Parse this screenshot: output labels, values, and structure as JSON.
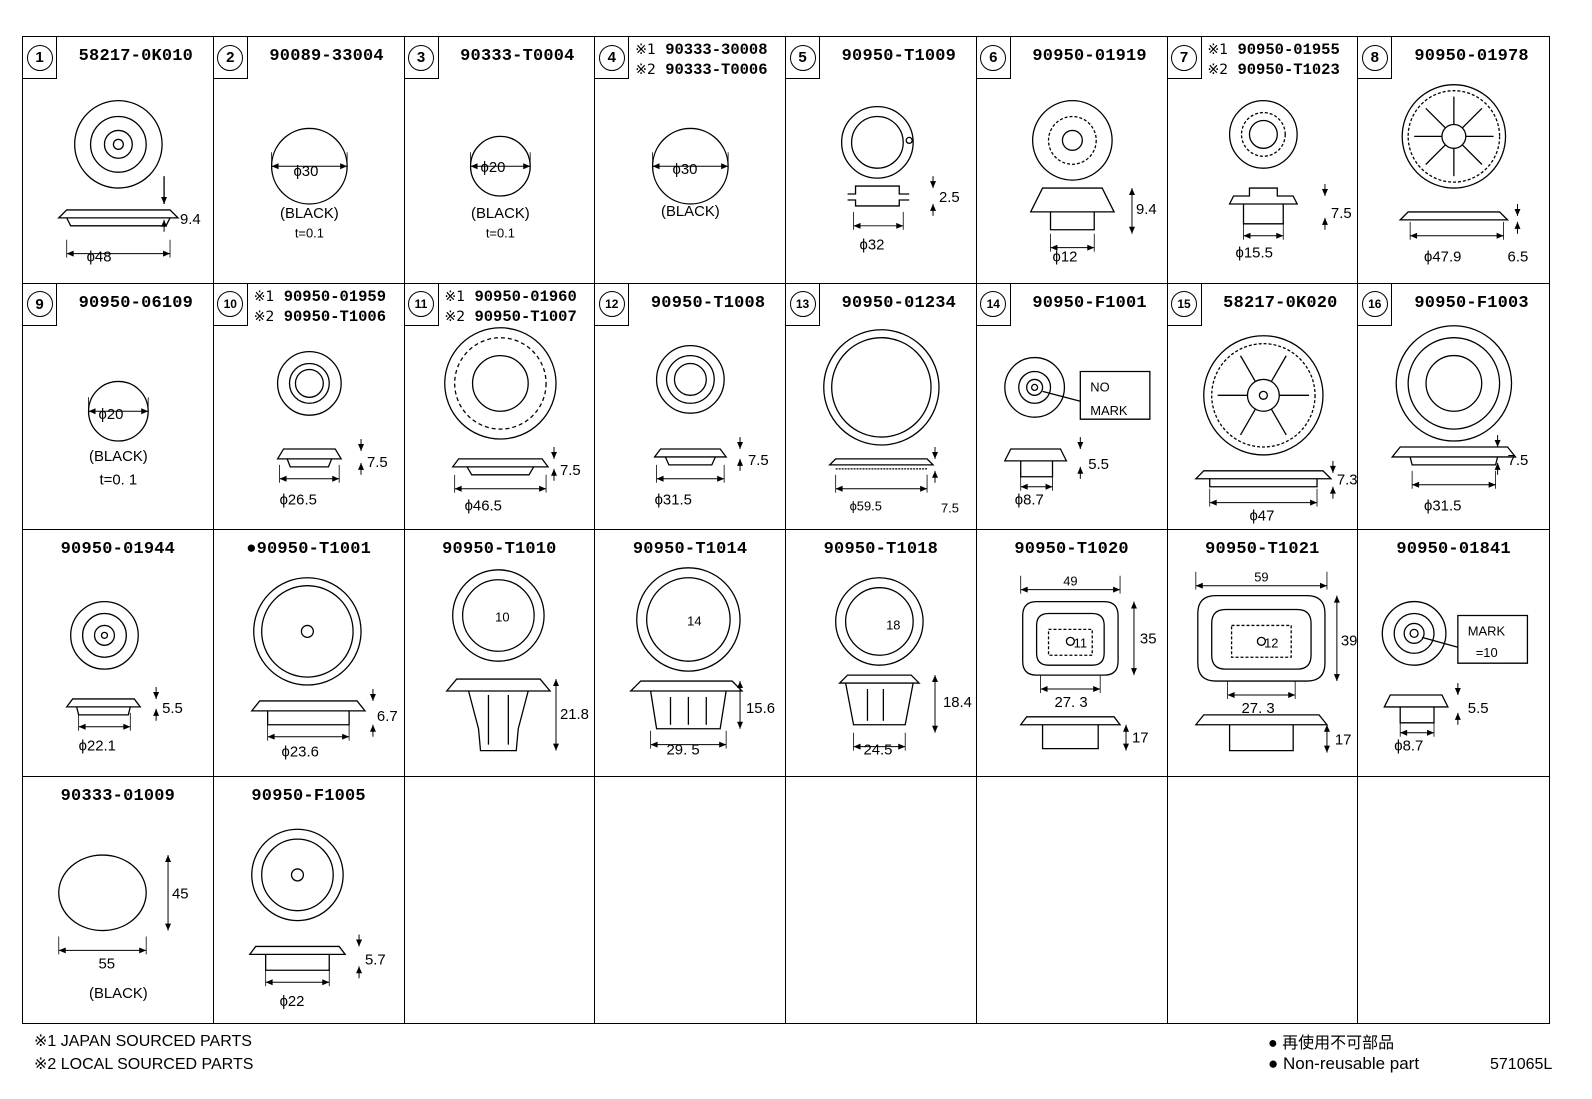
{
  "parts": [
    {
      "num": "1",
      "part": "58217-0K010",
      "dims": [
        "9.4",
        "ϕ48"
      ]
    },
    {
      "num": "2",
      "part": "90089-33004",
      "dims": [
        "ϕ30",
        "(BLACK)",
        "t=0.1"
      ]
    },
    {
      "num": "3",
      "part": "90333-T0004",
      "dims": [
        "ϕ20",
        "(BLACK)",
        "t=0.1"
      ]
    },
    {
      "num": "4",
      "part_lines": [
        {
          "mark": "※1",
          "part": "90333-30008"
        },
        {
          "mark": "※2",
          "part": "90333-T0006"
        }
      ],
      "dims": [
        "ϕ30",
        "(BLACK)"
      ]
    },
    {
      "num": "5",
      "part": "90950-T1009",
      "dims": [
        "2.5",
        "ϕ32"
      ]
    },
    {
      "num": "6",
      "part": "90950-01919",
      "dims": [
        "9.4",
        "ϕ12"
      ]
    },
    {
      "num": "7",
      "part_lines": [
        {
          "mark": "※1",
          "part": "90950-01955"
        },
        {
          "mark": "※2",
          "part": "90950-T1023"
        }
      ],
      "dims": [
        "7.5",
        "ϕ15.5"
      ]
    },
    {
      "num": "8",
      "part": "90950-01978",
      "dims": [
        "ϕ47.9",
        "6.5"
      ]
    },
    {
      "num": "9",
      "part": "90950-06109",
      "dims": [
        "ϕ20",
        "(BLACK)",
        "t=0. 1"
      ]
    },
    {
      "num": "10",
      "part_lines": [
        {
          "mark": "※1",
          "part": "90950-01959"
        },
        {
          "mark": "※2",
          "part": "90950-T1006"
        }
      ],
      "dims": [
        "7.5",
        "ϕ26.5"
      ]
    },
    {
      "num": "11",
      "part_lines": [
        {
          "mark": "※1",
          "part": "90950-01960"
        },
        {
          "mark": "※2",
          "part": "90950-T1007"
        }
      ],
      "dims": [
        "7.5",
        "ϕ46.5"
      ]
    },
    {
      "num": "12",
      "part": "90950-T1008",
      "dims": [
        "7.5",
        "ϕ31.5"
      ]
    },
    {
      "num": "13",
      "part": "90950-01234",
      "dims": [
        "ϕ59.5",
        "7.5"
      ]
    },
    {
      "num": "14",
      "part": "90950-F1001",
      "dims": [
        "NO",
        "MARK",
        "5.5",
        "ϕ8.7"
      ]
    },
    {
      "num": "15",
      "part": "58217-0K020",
      "dims": [
        "7.3",
        "ϕ47"
      ]
    },
    {
      "num": "16",
      "part": "90950-F1003",
      "dims": [
        "7.5",
        "ϕ31.5"
      ]
    },
    {
      "part": "90950-01944",
      "dims": [
        "5.5",
        "ϕ22.1"
      ]
    },
    {
      "part": "●90950-T1001",
      "dims": [
        "6.7",
        "ϕ23.6"
      ]
    },
    {
      "part": "90950-T1010",
      "dims": [
        "10",
        "21.8"
      ]
    },
    {
      "part": "90950-T1014",
      "dims": [
        "14",
        "15.6",
        "29. 5"
      ]
    },
    {
      "part": "90950-T1018",
      "dims": [
        "18",
        "18.4",
        "24.5"
      ]
    },
    {
      "part": "90950-T1020",
      "dims": [
        "49",
        "35",
        "27. 3",
        "11",
        "17"
      ]
    },
    {
      "part": "90950-T1021",
      "dims": [
        "59",
        "39",
        "27. 3",
        "12",
        "17"
      ]
    },
    {
      "part": "90950-01841",
      "dims": [
        "MARK",
        "=10",
        "5.5",
        "ϕ8.7"
      ]
    },
    {
      "part": "90333-01009",
      "dims": [
        "45",
        "55",
        "(BLACK)"
      ]
    },
    {
      "part": "90950-F1005",
      "dims": [
        "5.7",
        "ϕ22"
      ]
    }
  ],
  "footnotes": {
    "japan": "※1 JAPAN SOURCED PARTS",
    "local": "※2 LOCAL SOURCED PARTS",
    "nonreuse_jp": "● 再使用不可部品",
    "nonreuse_en": "● Non-reusable part",
    "code": "571065L"
  }
}
